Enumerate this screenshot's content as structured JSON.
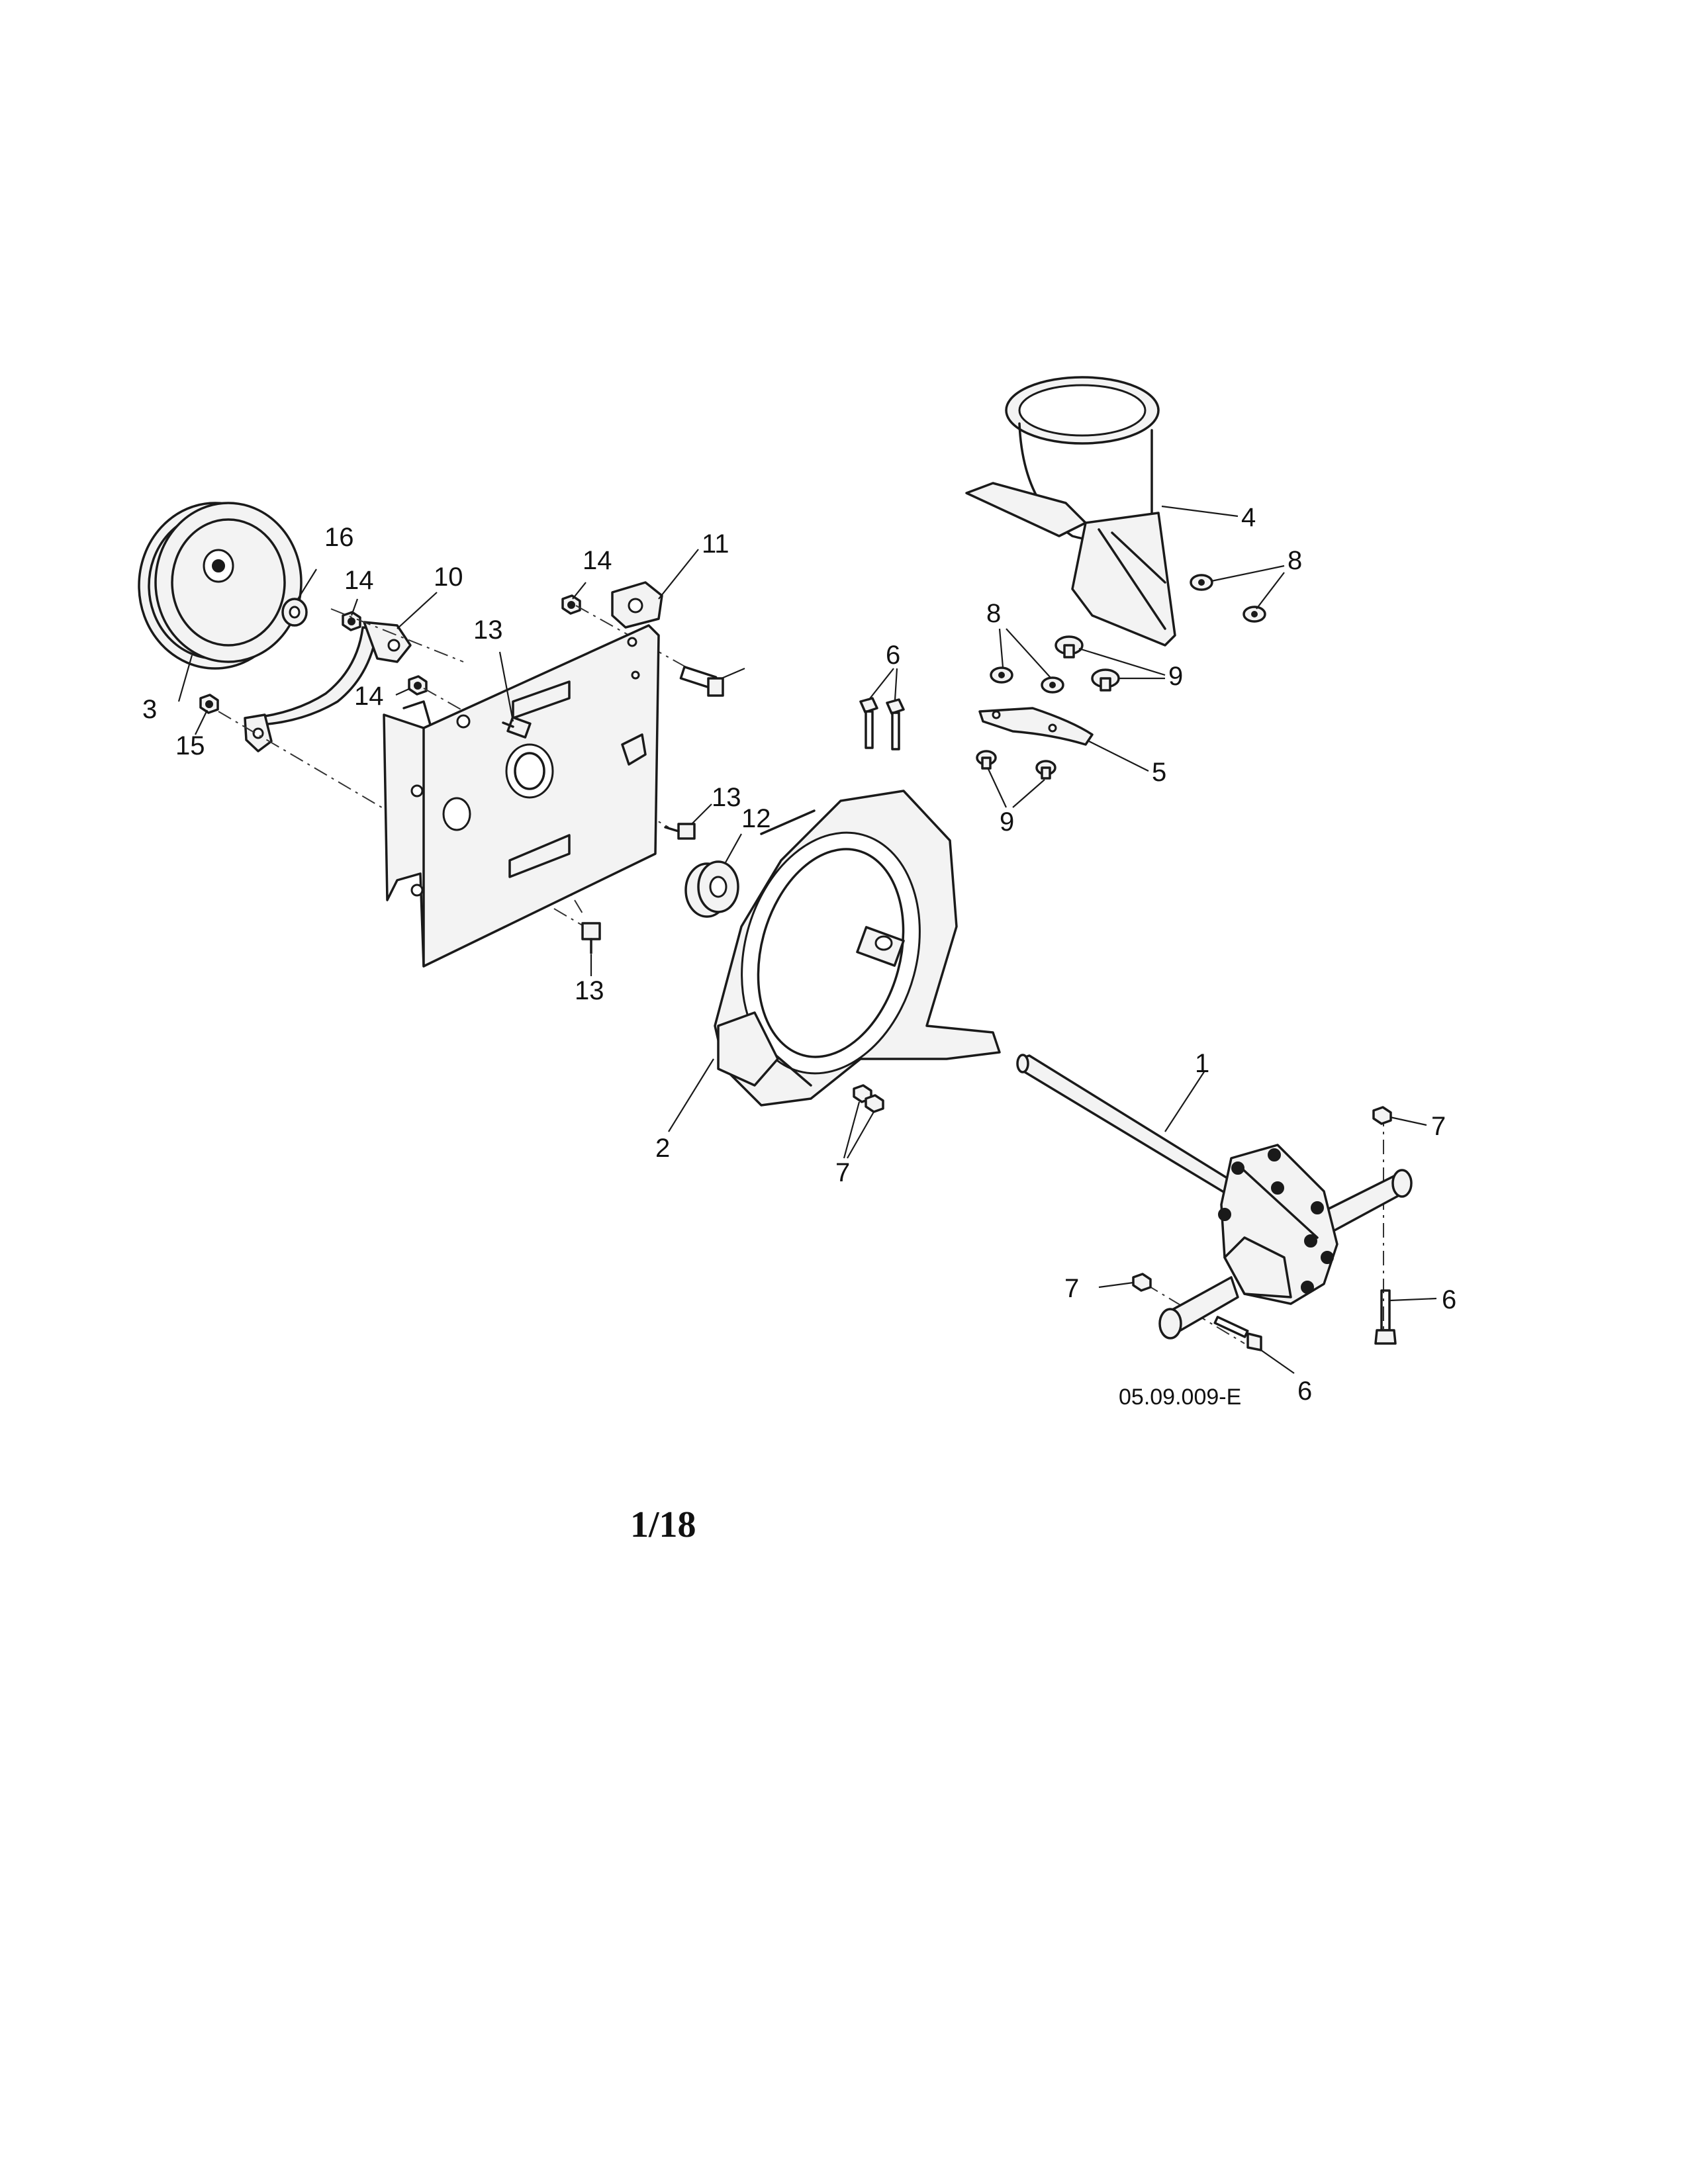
{
  "diagram": {
    "drawing_code": "05.09.009-E",
    "page_number": "1/18",
    "callouts": [
      {
        "id": "c1",
        "label": "1"
      },
      {
        "id": "c2",
        "label": "2"
      },
      {
        "id": "c3",
        "label": "3"
      },
      {
        "id": "c4",
        "label": "4"
      },
      {
        "id": "c5",
        "label": "5"
      },
      {
        "id": "c6a",
        "label": "6"
      },
      {
        "id": "c6b",
        "label": "6"
      },
      {
        "id": "c6c",
        "label": "6"
      },
      {
        "id": "c7a",
        "label": "7"
      },
      {
        "id": "c7b",
        "label": "7"
      },
      {
        "id": "c7c",
        "label": "7"
      },
      {
        "id": "c8a",
        "label": "8"
      },
      {
        "id": "c8b",
        "label": "8"
      },
      {
        "id": "c9a",
        "label": "9"
      },
      {
        "id": "c9b",
        "label": "9"
      },
      {
        "id": "c10",
        "label": "10"
      },
      {
        "id": "c11",
        "label": "11"
      },
      {
        "id": "c12",
        "label": "12"
      },
      {
        "id": "c13a",
        "label": "13"
      },
      {
        "id": "c13b",
        "label": "13"
      },
      {
        "id": "c13c",
        "label": "13"
      },
      {
        "id": "c14a",
        "label": "14"
      },
      {
        "id": "c14b",
        "label": "14"
      },
      {
        "id": "c14c",
        "label": "14"
      },
      {
        "id": "c15",
        "label": "15"
      },
      {
        "id": "c16",
        "label": "16"
      }
    ]
  }
}
